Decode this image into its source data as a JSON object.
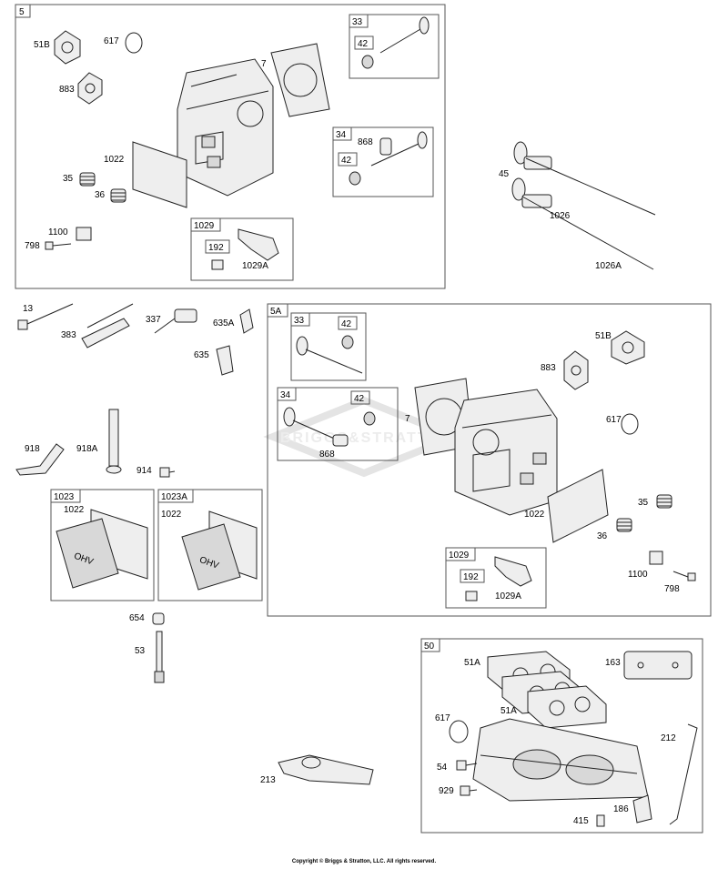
{
  "labels": {
    "g5": "5",
    "g5A": "5A",
    "g1023": "1023",
    "g1023A": "1023A",
    "g50": "50",
    "sub33a": "33",
    "sub42a": "42",
    "sub34a": "34",
    "sub42b": "42",
    "sub1029a": "1029",
    "sub192a": "192",
    "sub33b": "33",
    "sub42c": "42",
    "sub34b": "34",
    "sub42d": "42",
    "sub1029b": "1029",
    "sub192b": "192",
    "p51B_a": "51B",
    "p617_a": "617",
    "p7_a": "7",
    "p883_a": "883",
    "p1022_a": "1022",
    "p35_a": "35",
    "p36_a": "36",
    "p1100_a": "1100",
    "p798_a": "798",
    "p868_a": "868",
    "p1029A_a": "1029A",
    "p45": "45",
    "p1026": "1026",
    "p1026A": "1026A",
    "p13": "13",
    "p383": "383",
    "p337": "337",
    "p635A": "635A",
    "p635": "635",
    "p918": "918",
    "p918A": "918A",
    "p914": "914",
    "p1022_b": "1022",
    "p1022_c": "1022",
    "p654": "654",
    "p53": "53",
    "p213": "213",
    "p51B_b": "51B",
    "p883_b": "883",
    "p7_b": "7",
    "p617_b": "617",
    "p868_b": "868",
    "p1022_d": "1022",
    "p35_b": "35",
    "p36_b": "36",
    "p1100_b": "1100",
    "p798_b": "798",
    "p1029A_b": "1029A",
    "p51A_a": "51A",
    "p51A_b": "51A",
    "p163": "163",
    "p617_c": "617",
    "p212": "212",
    "p54": "54",
    "p929": "929",
    "p186": "186",
    "p415": "415"
  },
  "watermark": "BRIGGS&STRATTON",
  "cover_text": "OHV",
  "copyright": "Copyright © Briggs & Stratton, LLC. All rights reserved."
}
